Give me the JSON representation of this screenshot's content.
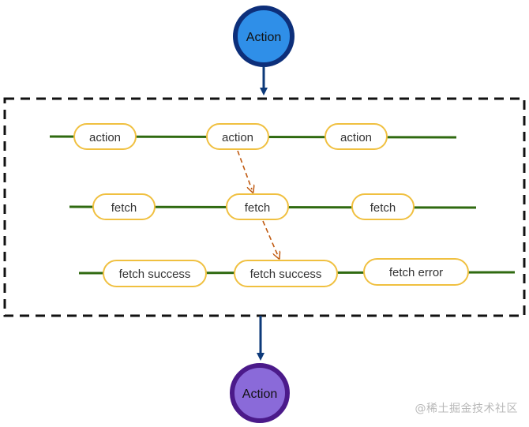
{
  "nodes": {
    "top_action": {
      "label": "Action",
      "fill": "#2f8fe8",
      "stroke": "#0d2f7a"
    },
    "bottom_action": {
      "label": "Action",
      "fill": "#8a6ad9",
      "stroke": "#4b1a8a"
    }
  },
  "streams": [
    {
      "id": "action-stream",
      "pills": [
        "action",
        "action",
        "action"
      ]
    },
    {
      "id": "fetch-stream",
      "pills": [
        "fetch",
        "fetch",
        "fetch"
      ]
    },
    {
      "id": "result-stream",
      "pills": [
        "fetch success",
        "fetch success",
        "fetch error"
      ]
    }
  ],
  "colors": {
    "stream_line": "#2f6a10",
    "pill_border": "#f0c040",
    "dashed_arrow": "#c05a10",
    "main_arrow": "#0d3a7a",
    "frame": "#111111"
  },
  "watermark": "@稀土掘金技术社区"
}
